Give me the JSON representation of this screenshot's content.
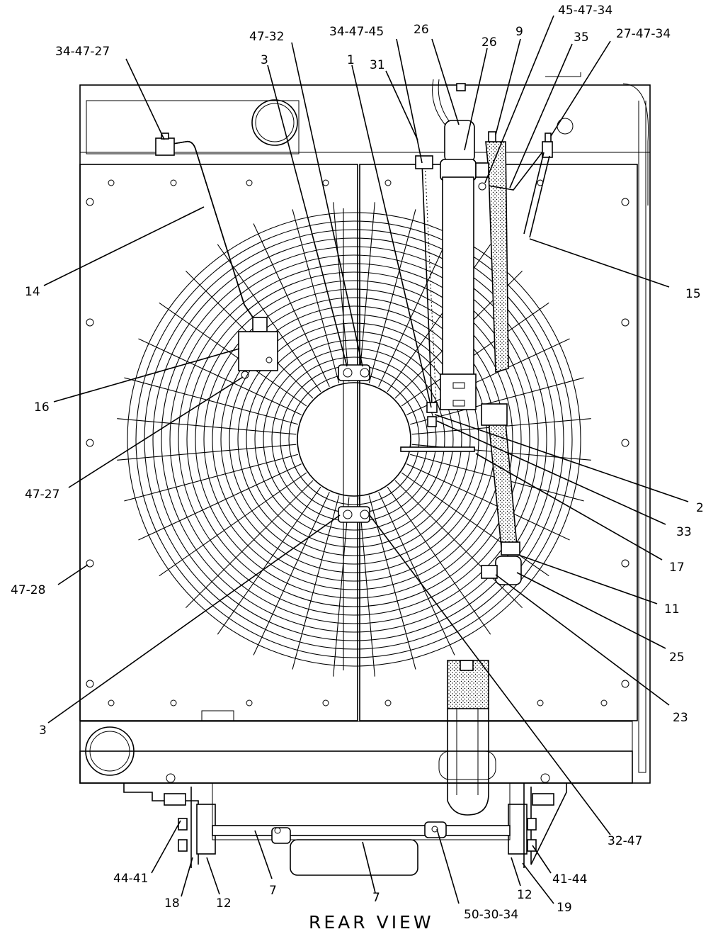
{
  "title": "REAR VIEW",
  "callouts": {
    "c1": "34-47-27",
    "c2": "47-32",
    "c3": "3",
    "c4": "34-47-45",
    "c5": "1",
    "c6": "31",
    "c7": "26",
    "c8": "26",
    "c9": "9",
    "c10": "45-47-34",
    "c11": "35",
    "c12": "27-47-34",
    "c13": "14",
    "c14": "15",
    "c15": "16",
    "c16": "47-27",
    "c17": "2",
    "c18": "33",
    "c19": "17",
    "c20": "47-28",
    "c21": "11",
    "c22": "25",
    "c23": "23",
    "c24": "3",
    "c25": "32-47",
    "c26": "44-41",
    "c27": "18",
    "c28": "12",
    "c29": "7",
    "c30": "7",
    "c31": "50-30-34",
    "c32": "12",
    "c33": "19",
    "c34": "41-44"
  }
}
